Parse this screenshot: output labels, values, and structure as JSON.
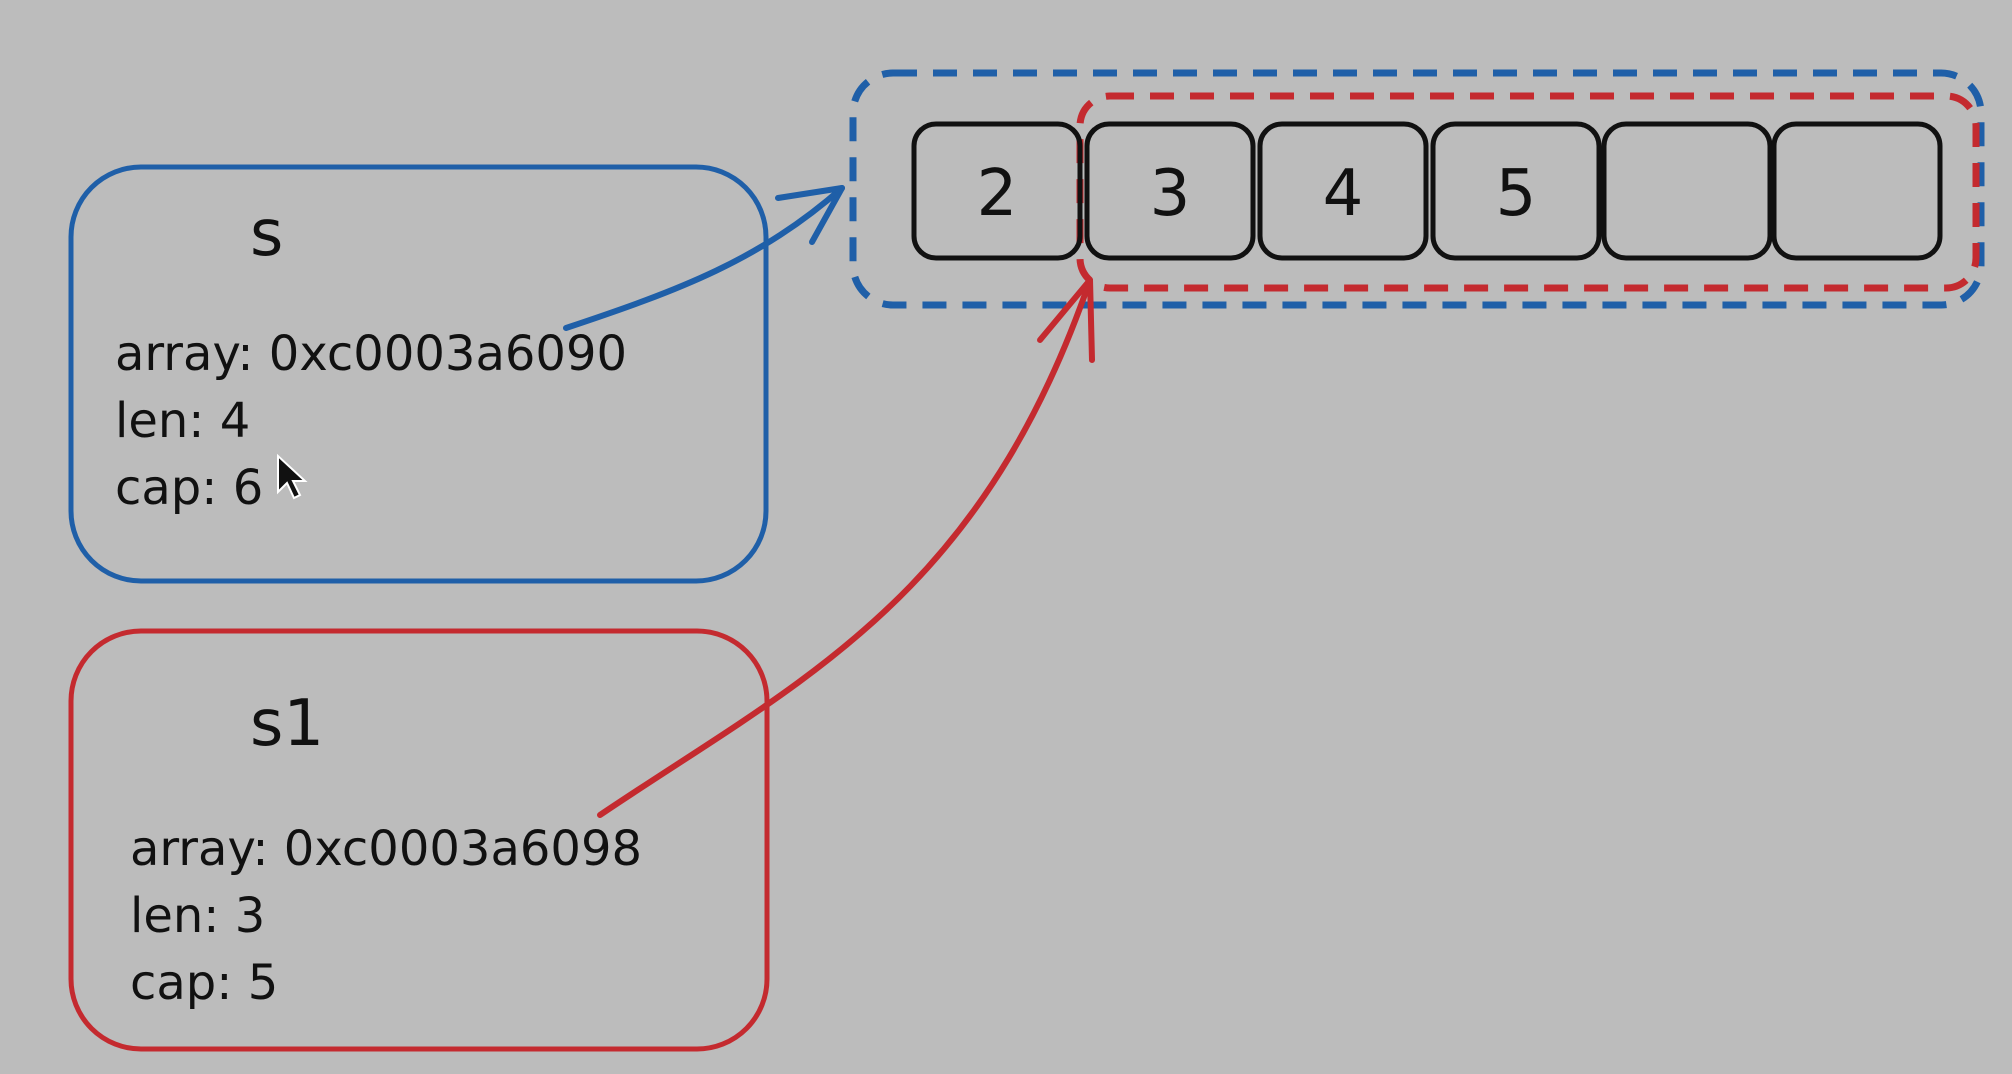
{
  "colors": {
    "background": "#bcbcbc",
    "s": "#1f5fa8",
    "s1": "#c42a2f",
    "ink": "#111111"
  },
  "structs": [
    {
      "name": "s",
      "array_label": "array: 0xc0003a6090",
      "len_label": "len: 4",
      "cap_label": "cap: 6"
    },
    {
      "name": "s1",
      "array_label": "array: 0xc0003a6098",
      "len_label": "len: 3",
      "cap_label": "cap: 5"
    }
  ],
  "array_cells": [
    "2",
    "3",
    "4",
    "5",
    "",
    ""
  ]
}
